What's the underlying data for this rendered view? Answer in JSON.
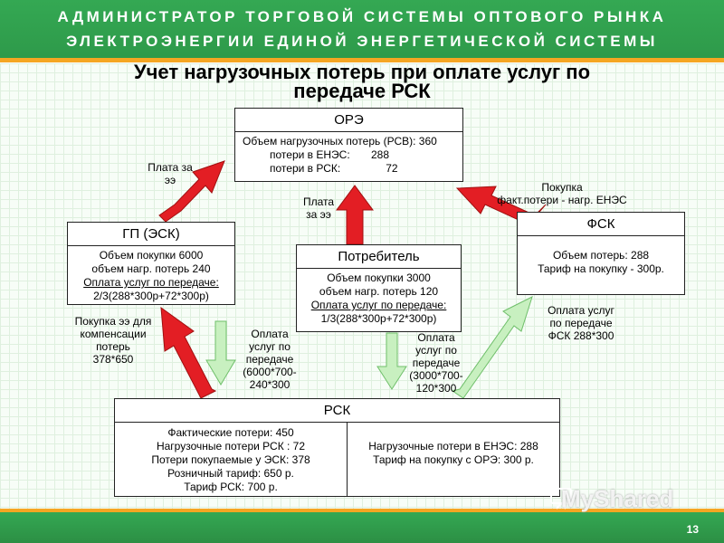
{
  "header": {
    "line1": "АДМИНИСТРАТОР ТОРГОВОЙ СИСТЕМЫ ОПТОВОГО РЫНКА",
    "line2": "ЭЛЕКТРОЭНЕРГИИ ЕДИНОЙ ЭНЕРГЕТИЧЕСКОЙ СИСТЕМЫ"
  },
  "title": {
    "line1": "Учет нагрузочных потерь при оплате услуг по",
    "line2": "передаче РСК"
  },
  "ore": {
    "head": "ОРЭ",
    "l1": "Объем нагрузочных потерь (РСВ): 360",
    "l2": "потери в ЕНЭС:       288",
    "l3": "потери в РСК:               72"
  },
  "gp": {
    "head": "ГП (ЭСК)",
    "l1": "Объем покупки 6000",
    "l2": "объем нагр. потерь 240",
    "l3": "Оплата услуг по передаче:",
    "l4": "2/3(288*300р+72*300р)"
  },
  "consumer": {
    "head": "Потребитель",
    "l1": "Объем покупки 3000",
    "l2": "объем нагр. потерь 120",
    "l3": "Оплата услуг по передаче:",
    "l4": "1/3(288*300р+72*300р)"
  },
  "fsk": {
    "head": "ФСК",
    "l1": "Объем потерь: 288",
    "l2": "Тариф на покупку - 300р."
  },
  "rsk": {
    "head": "РСК",
    "left": {
      "l1": "Фактические потери: 450",
      "l2": "Нагрузочные потери РСК : 72",
      "l3": "Потери покупаемые у ЭСК: 378",
      "l4": "Розничный тариф: 650 р.",
      "l5": "Тариф РСК: 700 р."
    },
    "right": {
      "l1": "Нагрузочные потери в ЕНЭС: 288",
      "l2": "Тариф на покупку с ОРЭ: 300 р."
    }
  },
  "labels": {
    "pay_gp": [
      "Плата за",
      "ээ"
    ],
    "pay_consumer": [
      "Плата",
      "за ээ"
    ],
    "purchase_fsk": [
      "Покупка",
      "факт.потери - нагр. ЕНЭС"
    ],
    "purchase_comp": [
      "Покупка ээ для",
      "компенсации",
      "потерь",
      "378*650"
    ],
    "pay_services_gp": [
      "Оплата",
      "услуг по",
      "передаче",
      "(6000*700-",
      "240*300"
    ],
    "pay_services_consumer": [
      "Оплата",
      "услуг по",
      "передаче",
      "(3000*700-",
      "120*300"
    ],
    "pay_services_fsk": [
      "Оплата услуг",
      "по передаче",
      "ФСК 288*300"
    ]
  },
  "footer": {
    "page": "13",
    "watermark": "MyShared"
  },
  "colors": {
    "header_green": "#34a853",
    "accent_orange": "#f5a623",
    "arrow_red": "#e31e24",
    "arrow_green": "#c8f0c0"
  }
}
